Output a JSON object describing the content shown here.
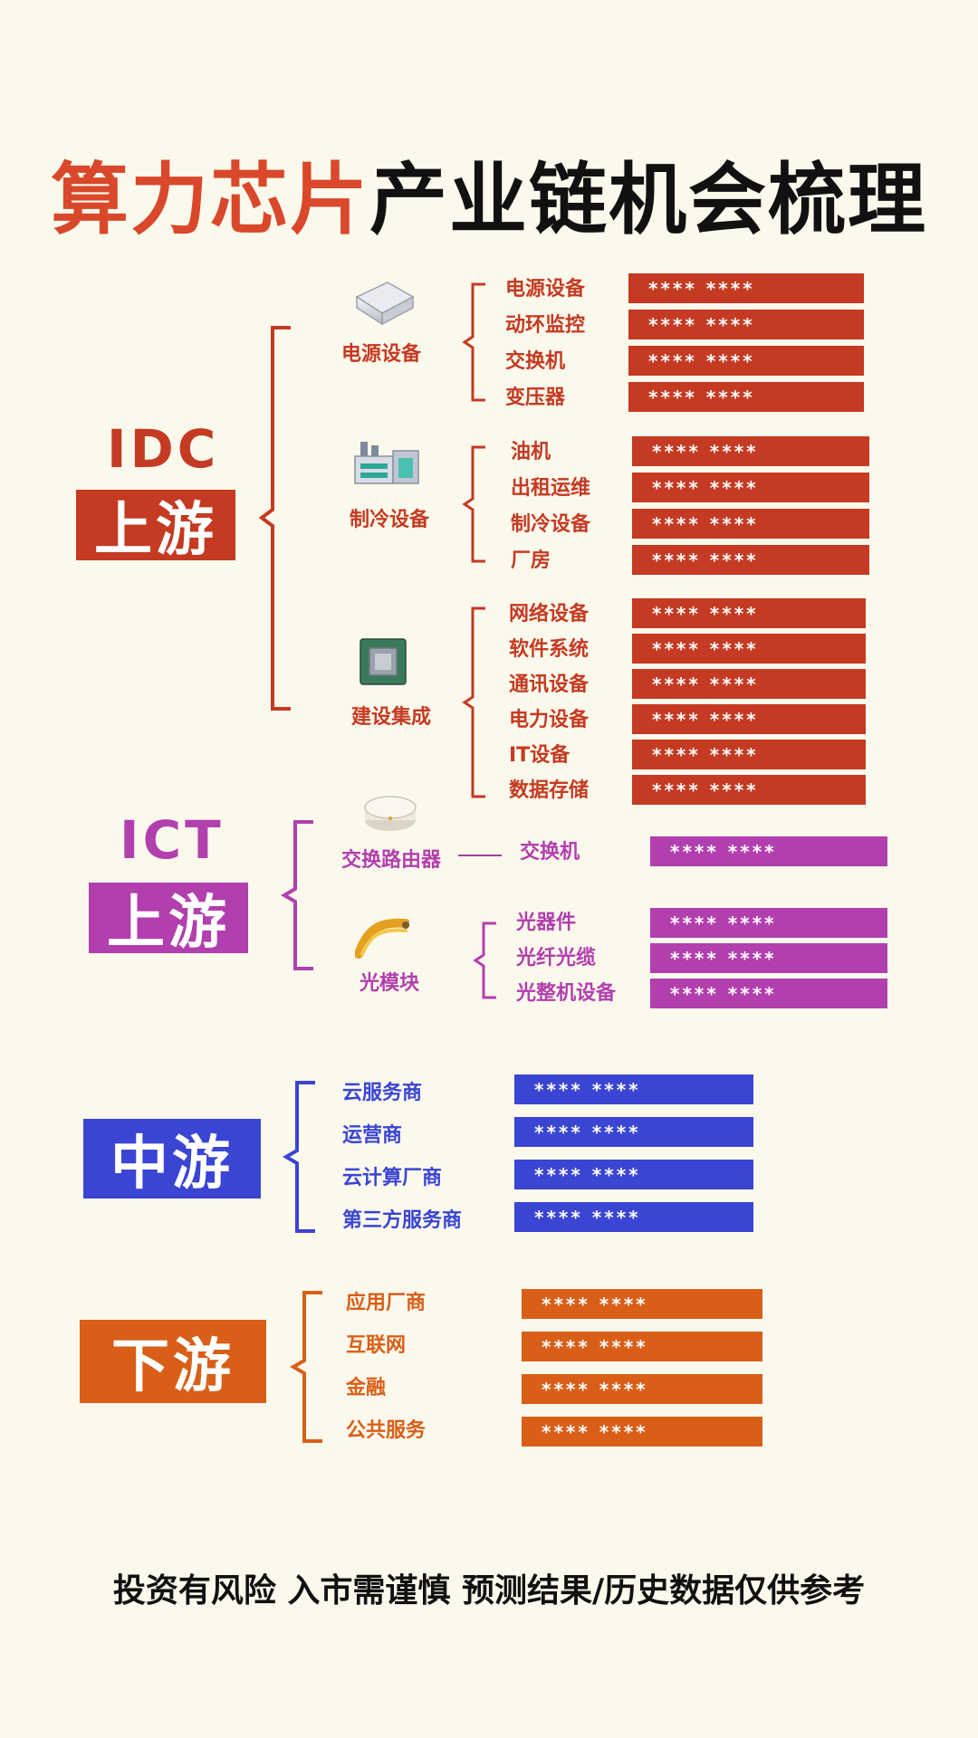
{
  "title": {
    "part1": "算力芯片",
    "part2": "产业链机会梳理"
  },
  "colors": {
    "idc": "#c53a22",
    "ict": "#b23fae",
    "mid": "#3a45d3",
    "down": "#d95f19"
  },
  "sections": {
    "idc": {
      "sub": "IDC",
      "label": "上游",
      "groups": [
        {
          "name": "电源设备",
          "icon": "power-supply-icon",
          "items": [
            "电源设备",
            "动环监控",
            "交换机",
            "变压器"
          ]
        },
        {
          "name": "制冷设备",
          "icon": "cooling-building-icon",
          "items": [
            "油机",
            "出租运维",
            "制冷设备",
            "厂房"
          ]
        },
        {
          "name": "建设集成",
          "icon": "chip-icon",
          "items": [
            "网络设备",
            "软件系统",
            "通讯设备",
            "电力设备",
            "IT设备",
            "数据存储"
          ]
        }
      ]
    },
    "ict": {
      "sub": "ICT",
      "label": "上游",
      "groups": [
        {
          "name": "交换路由器",
          "icon": "router-icon",
          "items": [
            "交换机"
          ]
        },
        {
          "name": "光模块",
          "icon": "optical-cable-icon",
          "items": [
            "光器件",
            "光纤光缆",
            "光整机设备"
          ]
        }
      ]
    },
    "mid": {
      "label": "中游",
      "items": [
        "云服务商",
        "运营商",
        "云计算厂商",
        "第三方服务商"
      ]
    },
    "down": {
      "label": "下游",
      "items": [
        "应用厂商",
        "互联网",
        "金融",
        "公共服务"
      ]
    }
  },
  "bar_text": "**** ****",
  "footer": "投资有风险 入市需谨慎 预测结果/历史数据仅供参考"
}
